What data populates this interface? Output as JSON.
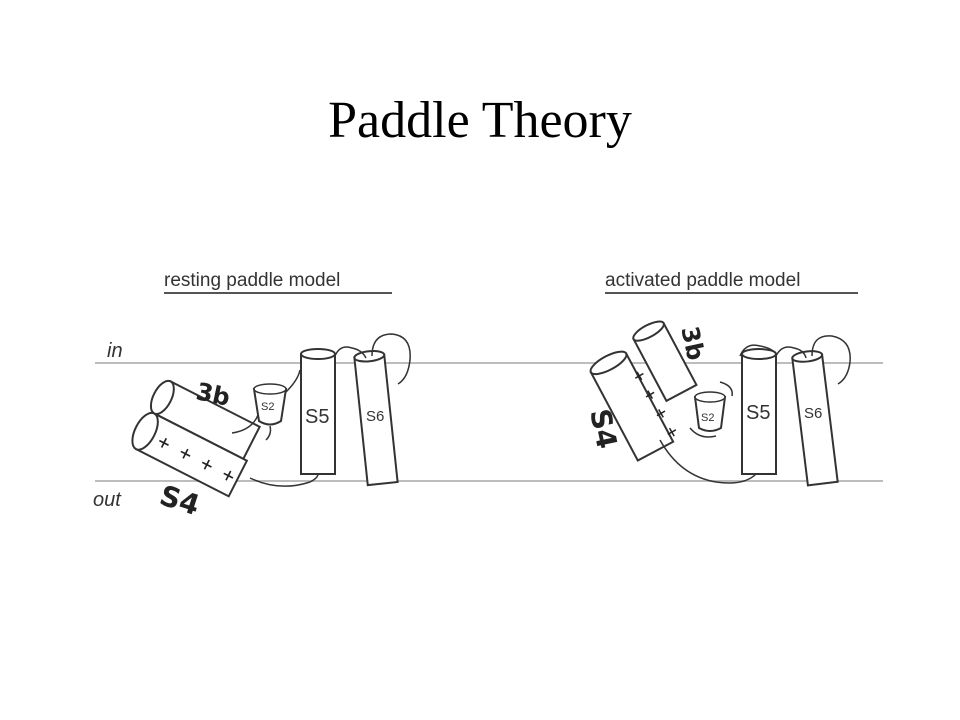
{
  "slide": {
    "title": "Paddle Theory"
  },
  "diagram": {
    "colors": {
      "stroke": "#333333",
      "membrane": "#bdbdbd",
      "background": "#ffffff"
    },
    "membrane_labels": {
      "in": "in",
      "out": "out"
    },
    "resting": {
      "heading": "resting paddle model",
      "s4": "S4",
      "b3": "3b",
      "s2": "S2",
      "s5": "S5",
      "s6": "S6",
      "charges": "+ + + +"
    },
    "activated": {
      "heading": "activated paddle model",
      "s4": "S4",
      "b3": "3b",
      "s2": "S2",
      "s5": "S5",
      "s6": "S6",
      "charges": "+ + + +"
    }
  }
}
